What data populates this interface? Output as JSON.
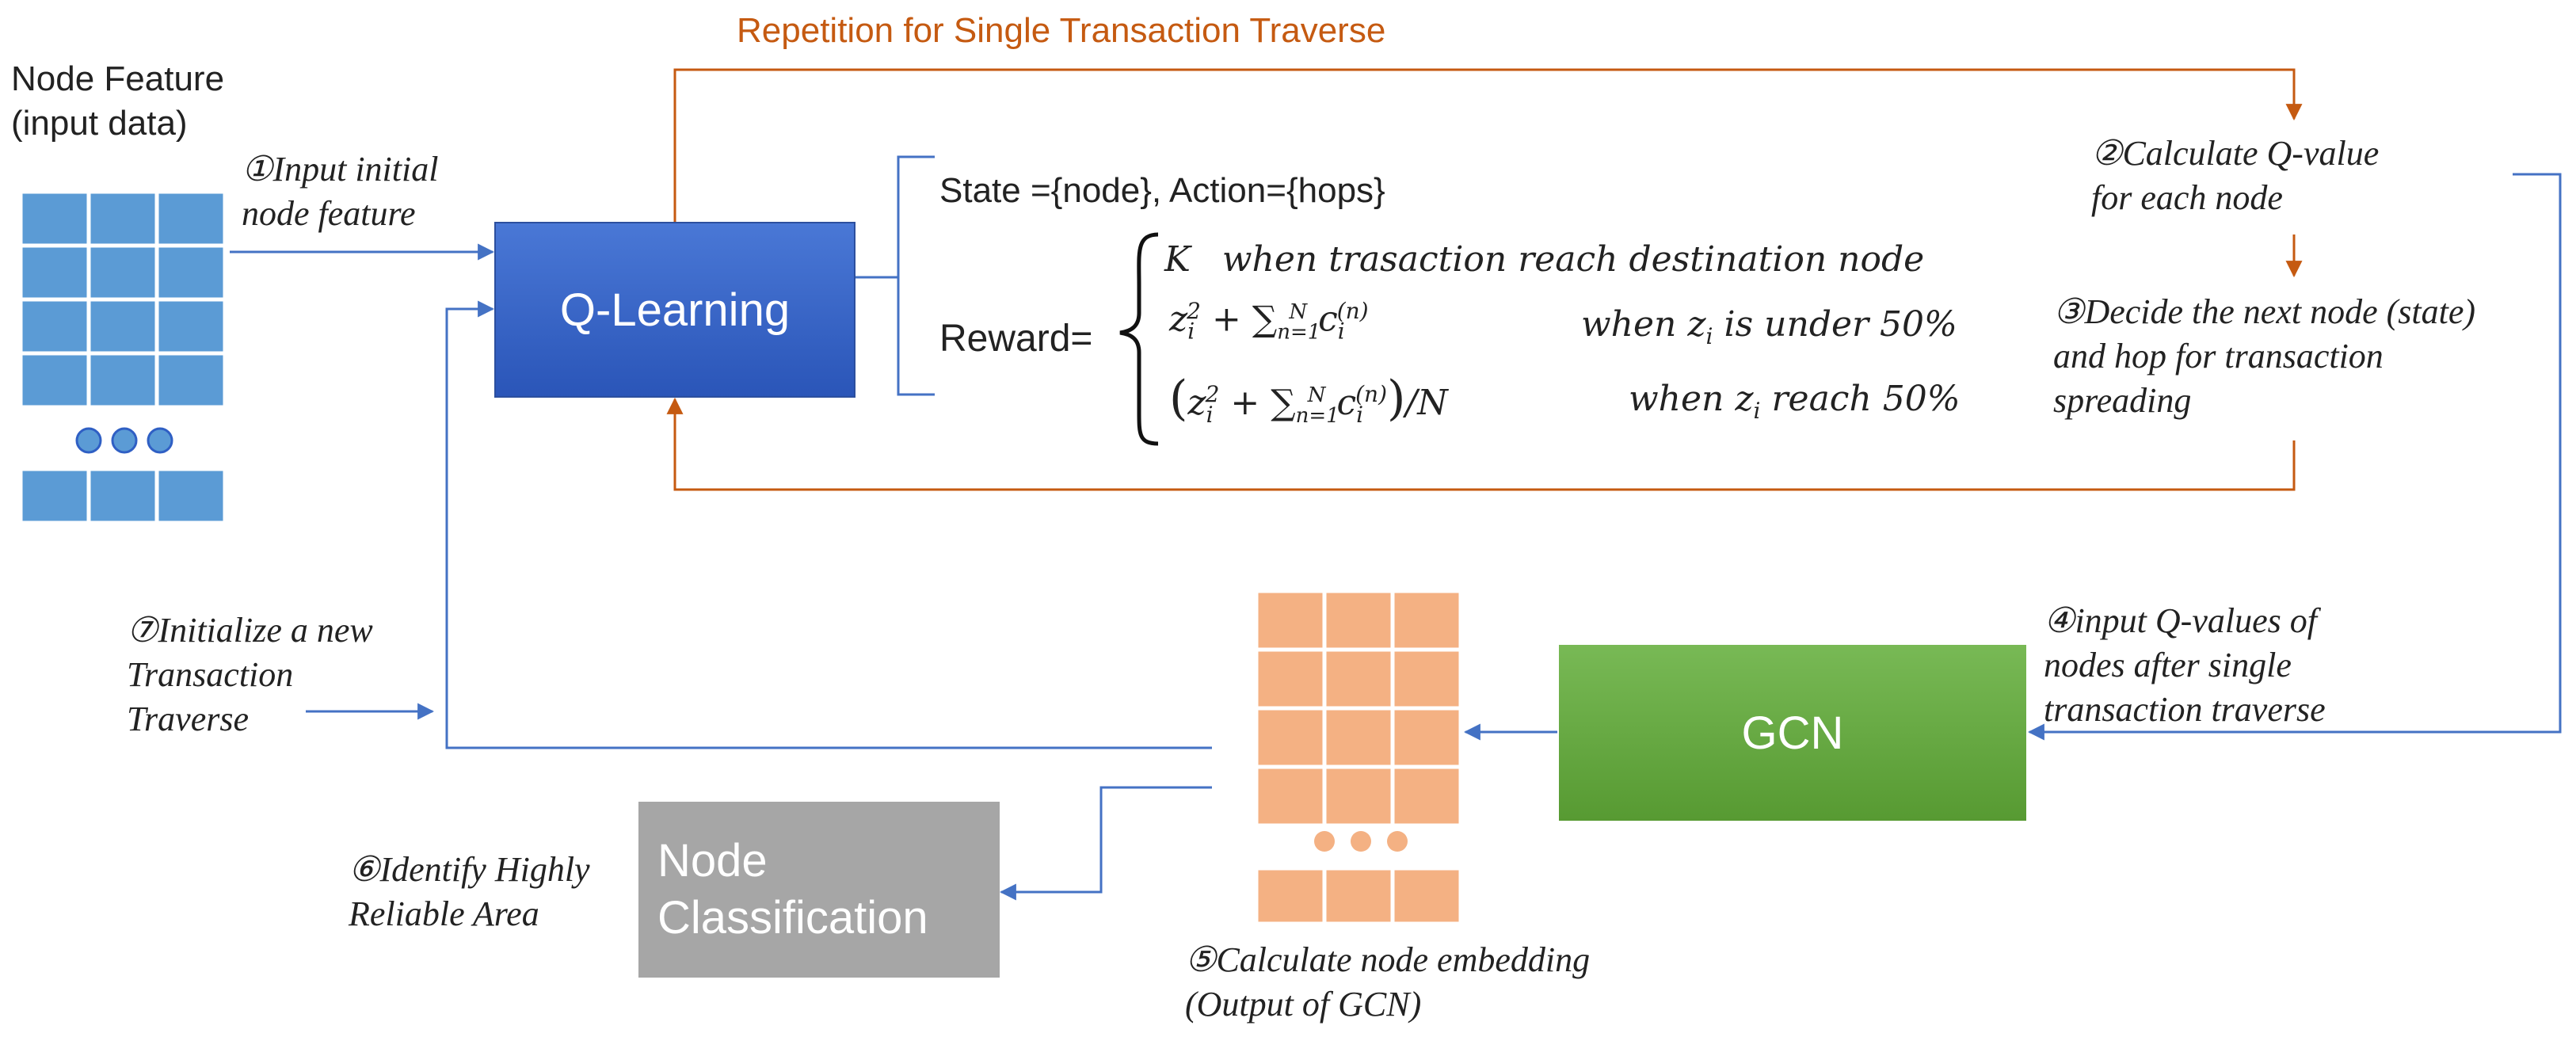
{
  "loop_title": "Repetition for Single Transaction Traverse",
  "node_feature": {
    "line1": "Node Feature",
    "line2": "(input data)"
  },
  "steps": {
    "s1": {
      "line1": "①Input initial",
      "line2": "node feature"
    },
    "s2": {
      "line1": "②Calculate Q-value",
      "line2": "for each node"
    },
    "s3": {
      "line1": "③Decide the next node (state)",
      "line2": "and hop for transaction",
      "line3": "spreading"
    },
    "s4": {
      "line1": "④input Q-values of",
      "line2": "nodes after single",
      "line3": "transaction traverse"
    },
    "s5": {
      "line1": "⑤Calculate node embedding",
      "line2": "(Output of GCN)"
    },
    "s6": {
      "line1": "⑥Identify Highly",
      "line2": "Reliable Area"
    },
    "s7": {
      "line1": "⑦Initialize a new",
      "line2": "Transaction",
      "line3": "Traverse"
    }
  },
  "boxes": {
    "q_learning": "Q-Learning",
    "gcn": "GCN",
    "node_classification_line1": "Node",
    "node_classification_line2": "Classification"
  },
  "formula": {
    "state_action": "State ={node}, Action={hops}",
    "reward_label": "Reward=",
    "case1_expr": "K",
    "case1_cond": "when trasaction reach destination node",
    "case2_cond": "when z",
    "case2_cond_tail": " is under 50%",
    "case3_cond": "when z",
    "case3_cond_tail": " reach 50%"
  },
  "colors": {
    "orange_arrow": "#C55A11",
    "blue_arrow": "#4472C4",
    "grid_blue": "#5B9BD5",
    "grid_orange": "#F4B183",
    "q_box": "#2F5FC4",
    "gcn_box": "#66A842",
    "node_class_box": "#A6A6A6"
  }
}
